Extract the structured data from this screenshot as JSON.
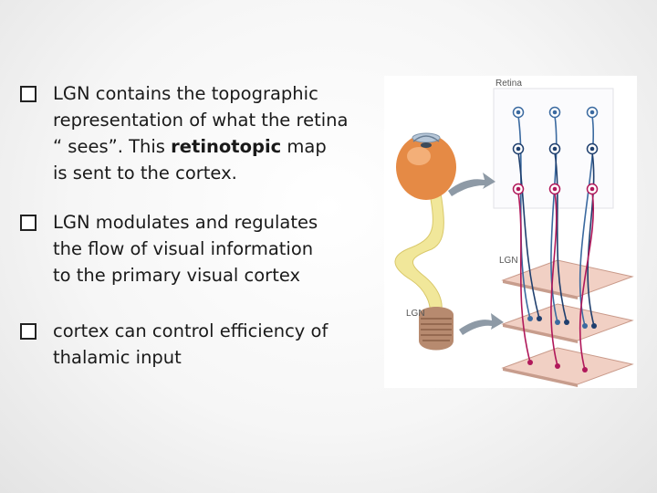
{
  "bullets": [
    {
      "line1": "LGN contains the topographic",
      "line2": "representation of what the retina",
      "line3_a": "“ sees”. This ",
      "line3_bold": "retinotopic",
      "line3_b": " map",
      "line4": "is sent to the cortex."
    },
    {
      "line1": "LGN modulates and regulates",
      "line2": "the flow of visual information",
      "line3": "to the primary visual cortex"
    },
    {
      "line1": "cortex can control efficiency of",
      "line2": "thalamic input"
    }
  ],
  "figure": {
    "label_retina": "Retina",
    "label_lgn_layers": "LGN",
    "label_lgn_brain": "LGN"
  },
  "colors": {
    "blue": "#3b6aa0",
    "navy": "#1f3f6e",
    "magenta": "#b0185a",
    "layer": "#f1d0c4",
    "pathway": "#f1e79a"
  }
}
